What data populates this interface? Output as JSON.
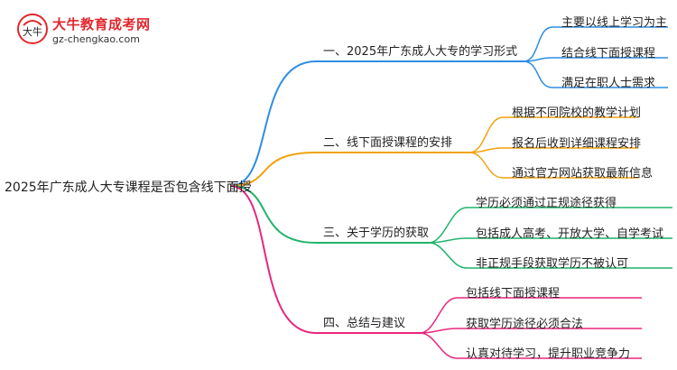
{
  "logo": {
    "title": "大牛教育成考网",
    "url": "gz-chengkao.com",
    "mark_text": "大牛"
  },
  "root": "2025年广东成人大专课程是否包含线下面授",
  "branches": [
    {
      "label": "一、2025年广东成人大专的学习形式",
      "color": "#2f8de4",
      "leaves": [
        "主要以线上学习为主",
        "结合线下面授课程",
        "满足在职人士需求"
      ]
    },
    {
      "label": "二、线下面授课程的安排",
      "color": "#f2a20c",
      "leaves": [
        "根据不同院校的教学计划",
        "报名后收到详细课程安排",
        "通过官方网站获取最新信息"
      ]
    },
    {
      "label": "三、关于学历的获取",
      "color": "#1fb36b",
      "leaves": [
        "学历必须通过正规途径获得",
        "包括成人高考、开放大学、自学考试",
        "非正规手段获取学历不被认可"
      ]
    },
    {
      "label": "四、总结与建议",
      "color": "#e8277f",
      "leaves": [
        "包括线下面授课程",
        "获取学历途径必须合法",
        "认真对待学习，提升职业竞争力"
      ]
    }
  ]
}
